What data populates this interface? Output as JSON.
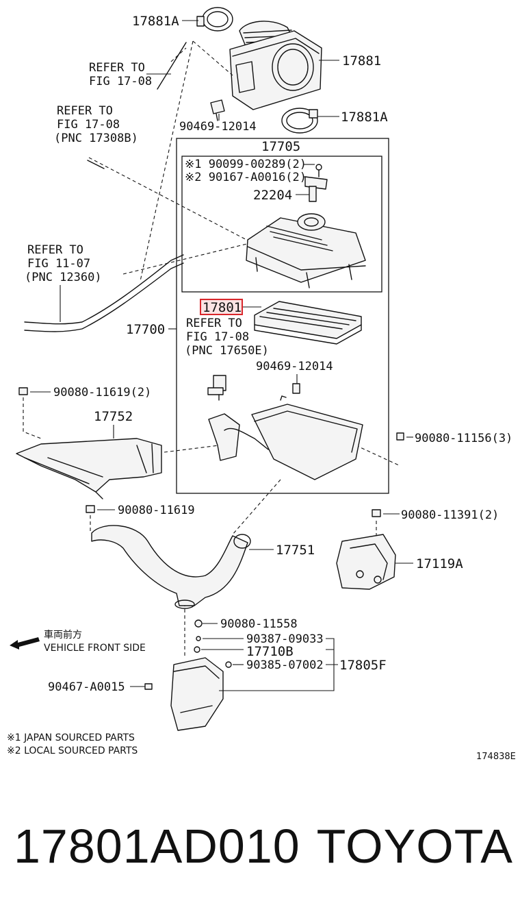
{
  "labels": {
    "p17881a_top": "17881A",
    "p17881": "17881",
    "p17881a_bot": "17881A",
    "ref_1708_a": [
      "REFER TO",
      "FIG 17-08"
    ],
    "ref_1708_b": [
      "REFER TO",
      "FIG 17-08",
      "(PNC 17308B)"
    ],
    "p90469_top": "90469-12014",
    "p17705": "17705",
    "p90099": "※1 90099-00289(2)",
    "p90167": "※2 90167-A0016(2)",
    "p22204": "22204",
    "ref_1107": [
      "REFER TO",
      "FIG 11-07",
      "(PNC 12360)"
    ],
    "p17801": "17801",
    "p17700": "17700",
    "ref_1708_c": [
      "REFER TO",
      "FIG 17-08",
      "(PNC 17650E)"
    ],
    "p90469_mid": "90469-12014",
    "p90080_11619_2": "90080-11619(2)",
    "p17752": "17752",
    "p90080_11156": "90080-11156(3)",
    "p90080_11619": "90080-11619",
    "p90080_11391": "90080-11391(2)",
    "p17751": "17751",
    "p17119a": "17119A",
    "p90080_11558": "90080-11558",
    "p90387": "90387-09033",
    "p17710b": "17710B",
    "p90385": "90385-07002",
    "p17805f": "17805F",
    "p90467": "90467-A0015",
    "front_jp": "車両前方",
    "front_en": "VEHICLE FRONT SIDE",
    "note1": "※1 JAPAN SOURCED PARTS",
    "note2": "※2 LOCAL SOURCED PARTS",
    "fig_code": "174838E"
  },
  "highlight_color": "#d9262b",
  "caption": {
    "part_number": "17801AD010",
    "brand": "TOYOTA"
  }
}
